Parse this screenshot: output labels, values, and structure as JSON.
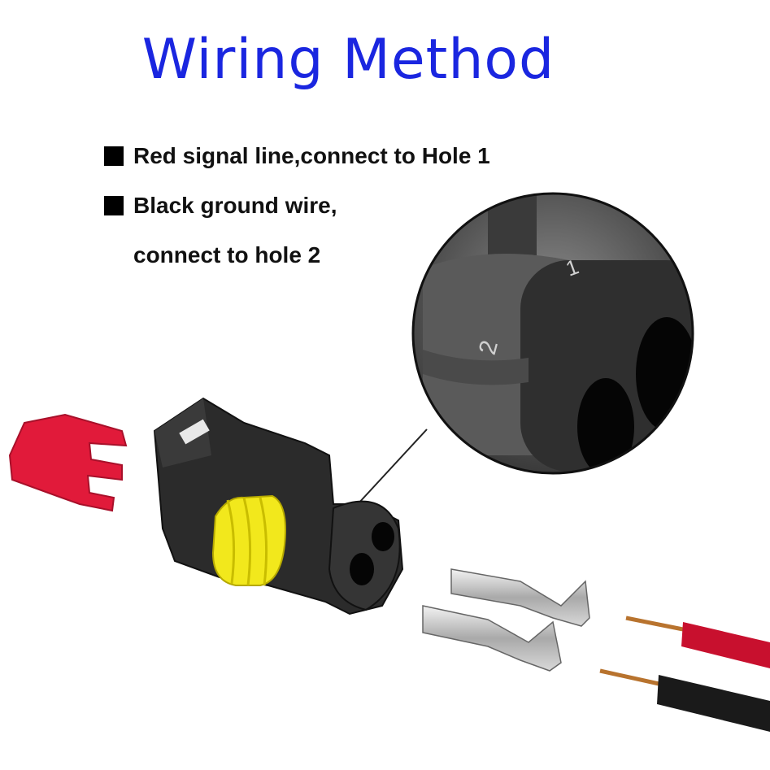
{
  "title": "Wiring Method",
  "instructions": [
    {
      "text": "Red signal line,connect to Hole 1"
    },
    {
      "text": "Black ground wire,"
    }
  ],
  "instructions_continuation": "connect to hole 2",
  "magnifier": {
    "hole_labels": [
      "1",
      "2"
    ]
  },
  "colors": {
    "title": "#1a26e0",
    "housing": "#2b2b2b",
    "seal": "#f2e81c",
    "lock_clip": "#e11a3a",
    "red_wire": "#c8102e",
    "black_wire": "#1a1a1a",
    "copper": "#b8732e"
  }
}
